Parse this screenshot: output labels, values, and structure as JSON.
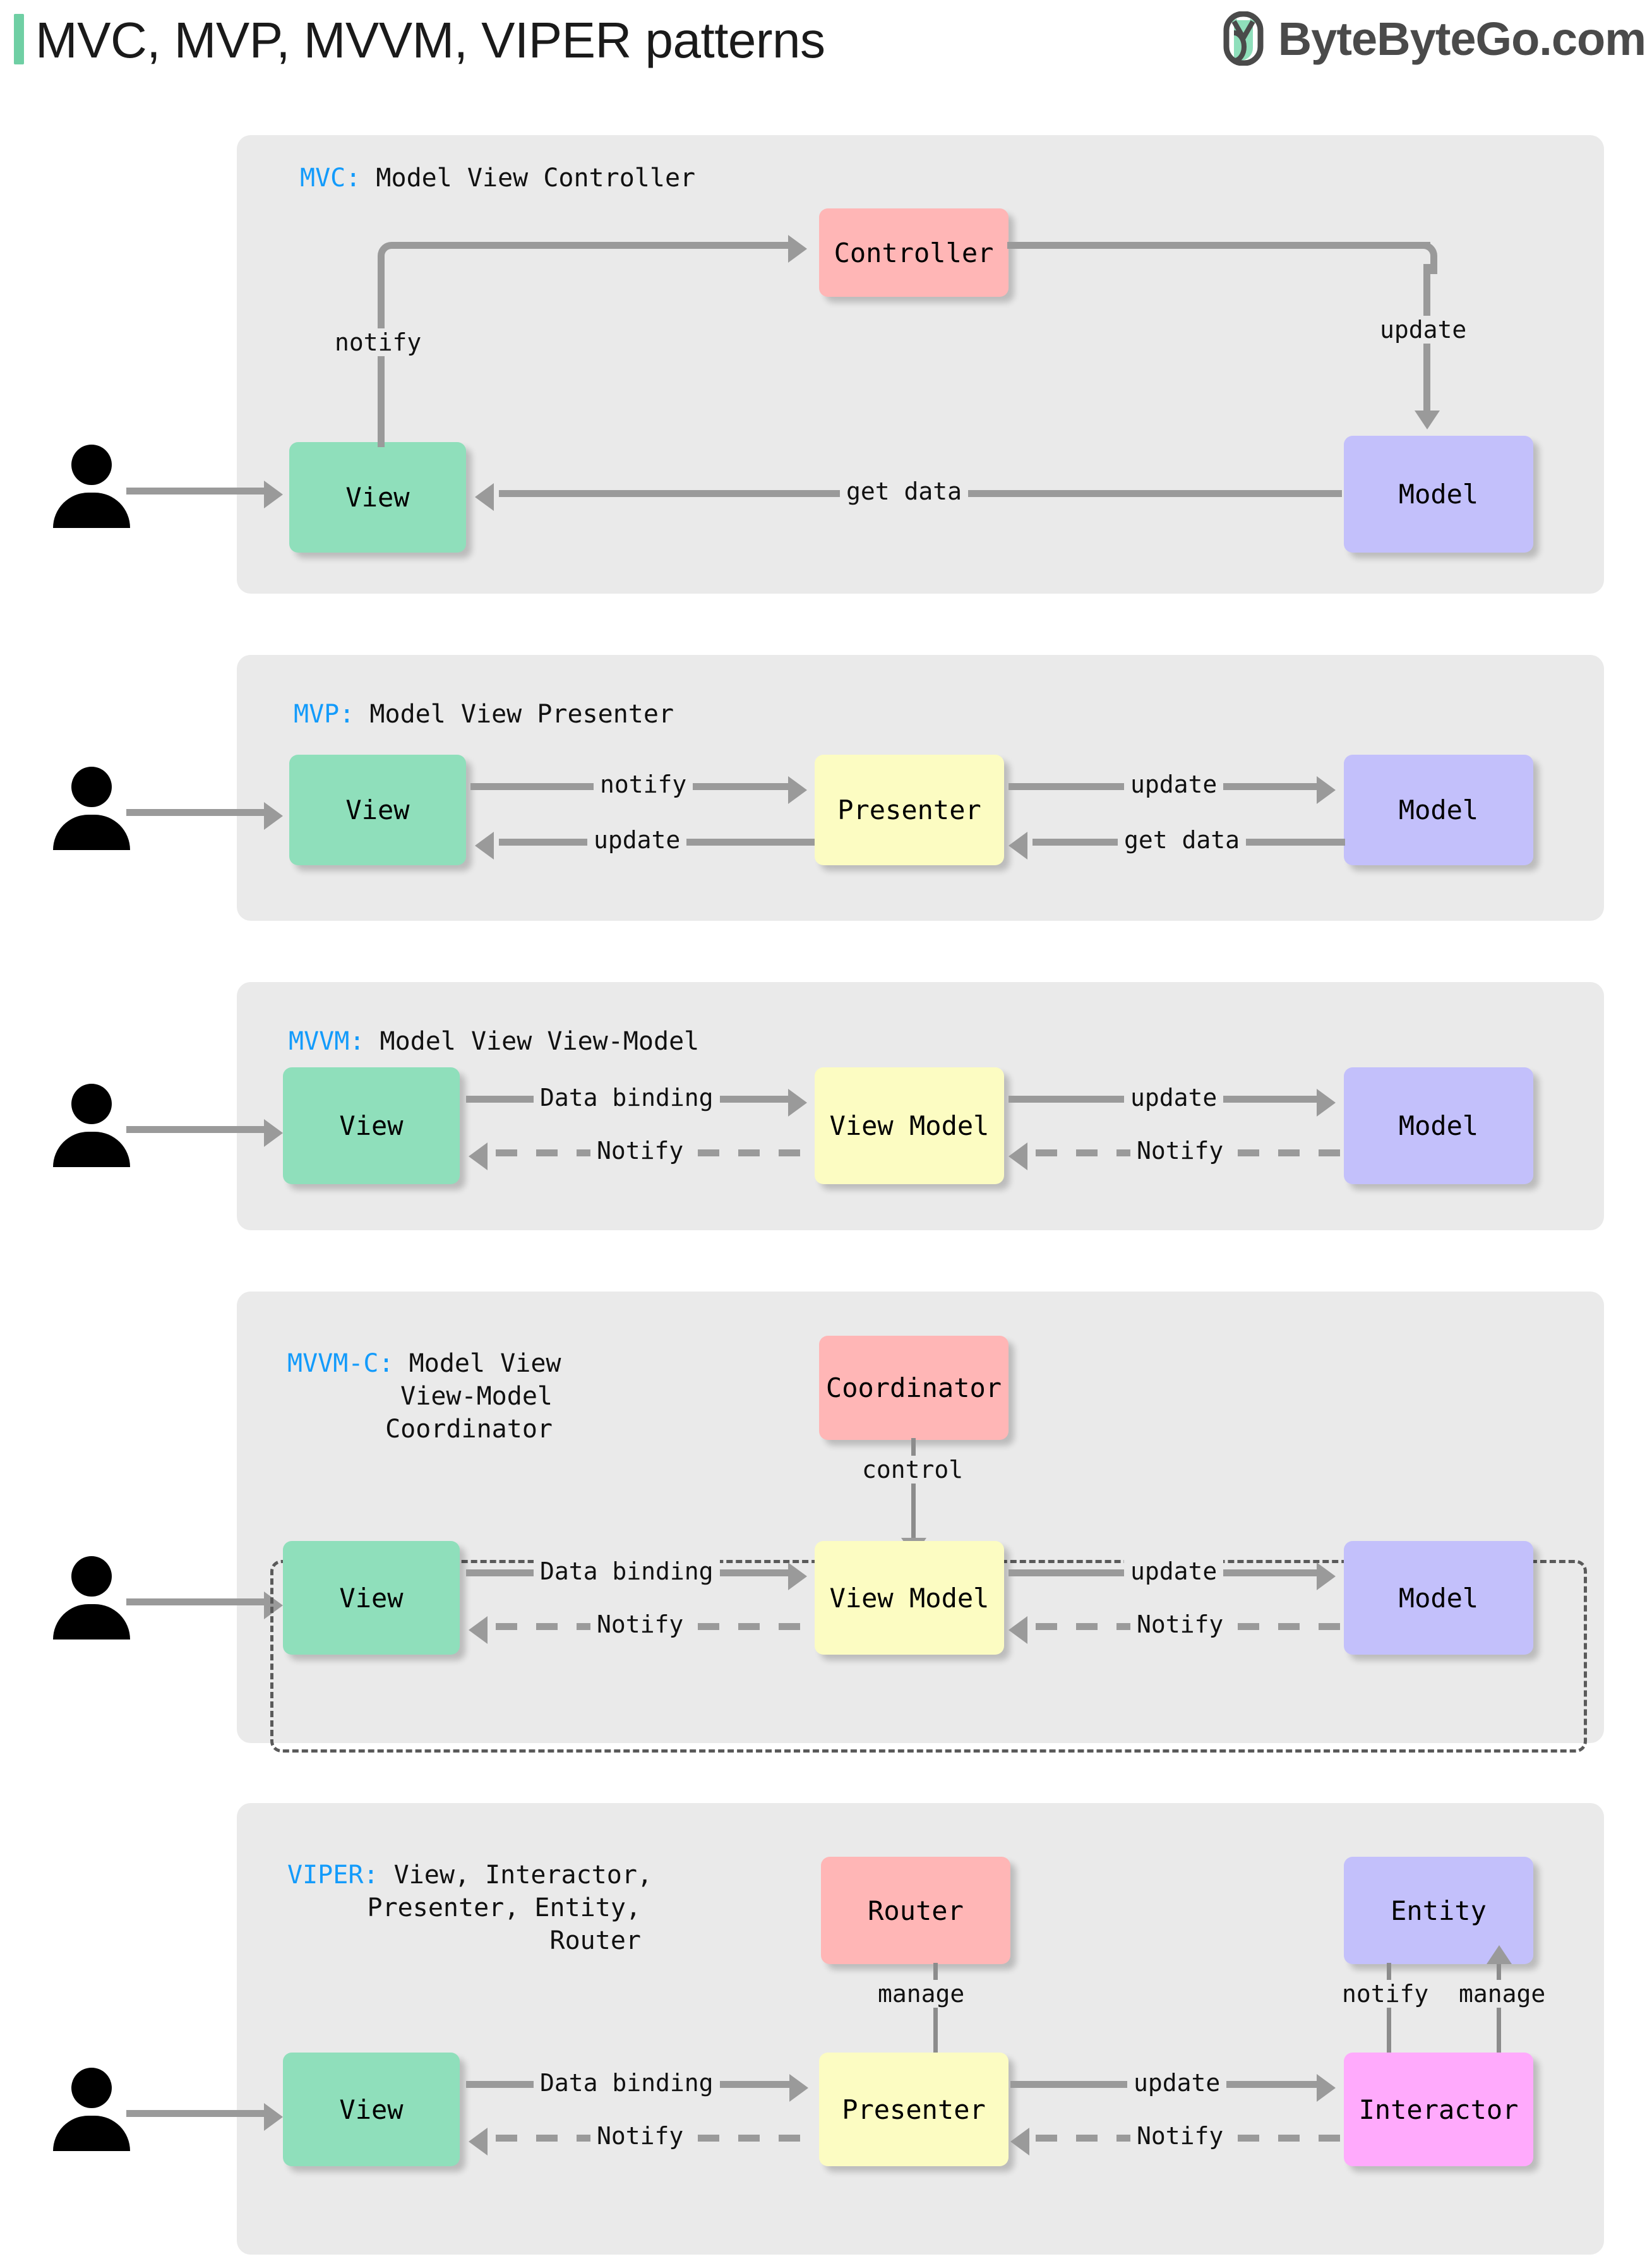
{
  "header": {
    "title": "MVC, MVP, MVVM, VIPER patterns",
    "brand_name": "ByteByteGo.com",
    "brand_icon": "bytebytego-leaf-logo",
    "accent_color": "#6FCFA4",
    "title_color": "#1a1a1a"
  },
  "palette": {
    "panel_bg": "#EAEAEA",
    "view_green": "#8FDFBB",
    "model_purple": "#C3C0FB",
    "controller_pink": "#FFB6B6",
    "presenter_yellow": "#FCFCC2",
    "interactor_magenta": "#FFAAFC",
    "connector_gray": "#9A9A9A",
    "key_blue": "#139BFB"
  },
  "panels": [
    {
      "id": "mvc",
      "key": "MVC:",
      "expansion": " Model View Controller",
      "actor_icon": "user-person-icon",
      "nodes": [
        {
          "name": "Controller",
          "color": "controller_pink"
        },
        {
          "name": "View",
          "color": "view_green"
        },
        {
          "name": "Model",
          "color": "model_purple"
        }
      ],
      "edges": [
        {
          "label": "notify",
          "from": "View",
          "to": "Controller",
          "style": "solid"
        },
        {
          "label": "update",
          "from": "Controller",
          "to": "Model",
          "style": "solid"
        },
        {
          "label": "get data",
          "from": "Model",
          "to": "View",
          "style": "solid"
        }
      ]
    },
    {
      "id": "mvp",
      "key": "MVP:",
      "expansion": " Model View Presenter",
      "actor_icon": "user-person-icon",
      "nodes": [
        {
          "name": "View",
          "color": "view_green"
        },
        {
          "name": "Presenter",
          "color": "presenter_yellow"
        },
        {
          "name": "Model",
          "color": "model_purple"
        }
      ],
      "edges": [
        {
          "label": "notify",
          "from": "View",
          "to": "Presenter",
          "style": "solid"
        },
        {
          "label": "update",
          "from": "Presenter",
          "to": "Model",
          "style": "solid"
        },
        {
          "label": "get data",
          "from": "Model",
          "to": "Presenter",
          "style": "solid"
        },
        {
          "label": "update",
          "from": "Presenter",
          "to": "View",
          "style": "solid"
        }
      ]
    },
    {
      "id": "mvvm",
      "key": "MVVM:",
      "expansion": " Model View View-Model",
      "actor_icon": "user-person-icon",
      "nodes": [
        {
          "name": "View",
          "color": "view_green"
        },
        {
          "name": "View Model",
          "color": "presenter_yellow"
        },
        {
          "name": "Model",
          "color": "model_purple"
        }
      ],
      "edges": [
        {
          "label": "Data binding",
          "from": "View",
          "to": "View Model",
          "style": "solid"
        },
        {
          "label": "update",
          "from": "View Model",
          "to": "Model",
          "style": "solid"
        },
        {
          "label": "Notify",
          "from": "Model",
          "to": "View Model",
          "style": "dashed"
        },
        {
          "label": "Notify",
          "from": "View Model",
          "to": "View",
          "style": "dashed"
        }
      ]
    },
    {
      "id": "mvvm-c",
      "key": "MVVM-C:",
      "expansion": " Model View",
      "expansion_line2": "View-Model",
      "expansion_line3": "Coordinator",
      "actor_icon": "user-person-icon",
      "nodes": [
        {
          "name": "Coordinator",
          "color": "controller_pink"
        },
        {
          "name": "View",
          "color": "view_green"
        },
        {
          "name": "View Model",
          "color": "presenter_yellow"
        },
        {
          "name": "Model",
          "color": "model_purple"
        }
      ],
      "edges": [
        {
          "label": "control",
          "from": "Coordinator",
          "to": "group",
          "style": "solid"
        },
        {
          "label": "Data binding",
          "from": "View",
          "to": "View Model",
          "style": "solid"
        },
        {
          "label": "update",
          "from": "View Model",
          "to": "Model",
          "style": "solid"
        },
        {
          "label": "Notify",
          "from": "Model",
          "to": "View Model",
          "style": "dashed"
        },
        {
          "label": "Notify",
          "from": "View Model",
          "to": "View",
          "style": "dashed"
        }
      ]
    },
    {
      "id": "viper",
      "key": "VIPER:",
      "expansion": " View, Interactor,",
      "expansion_line2": "Presenter, Entity,",
      "expansion_line3": "Router",
      "actor_icon": "user-person-icon",
      "nodes": [
        {
          "name": "Router",
          "color": "controller_pink"
        },
        {
          "name": "Entity",
          "color": "model_purple"
        },
        {
          "name": "View",
          "color": "view_green"
        },
        {
          "name": "Presenter",
          "color": "presenter_yellow"
        },
        {
          "name": "Interactor",
          "color": "interactor_magenta"
        }
      ],
      "edges": [
        {
          "label": "manage",
          "from": "Router",
          "to": "Presenter",
          "style": "solid"
        },
        {
          "label": "notify",
          "from": "Entity",
          "to": "Interactor",
          "style": "solid"
        },
        {
          "label": "manage",
          "from": "Interactor",
          "to": "Entity",
          "style": "solid"
        },
        {
          "label": "Data binding",
          "from": "View",
          "to": "Presenter",
          "style": "solid"
        },
        {
          "label": "update",
          "from": "Presenter",
          "to": "Interactor",
          "style": "solid"
        },
        {
          "label": "Notify",
          "from": "Interactor",
          "to": "Presenter",
          "style": "dashed"
        },
        {
          "label": "Notify",
          "from": "Presenter",
          "to": "View",
          "style": "dashed"
        }
      ]
    }
  ]
}
